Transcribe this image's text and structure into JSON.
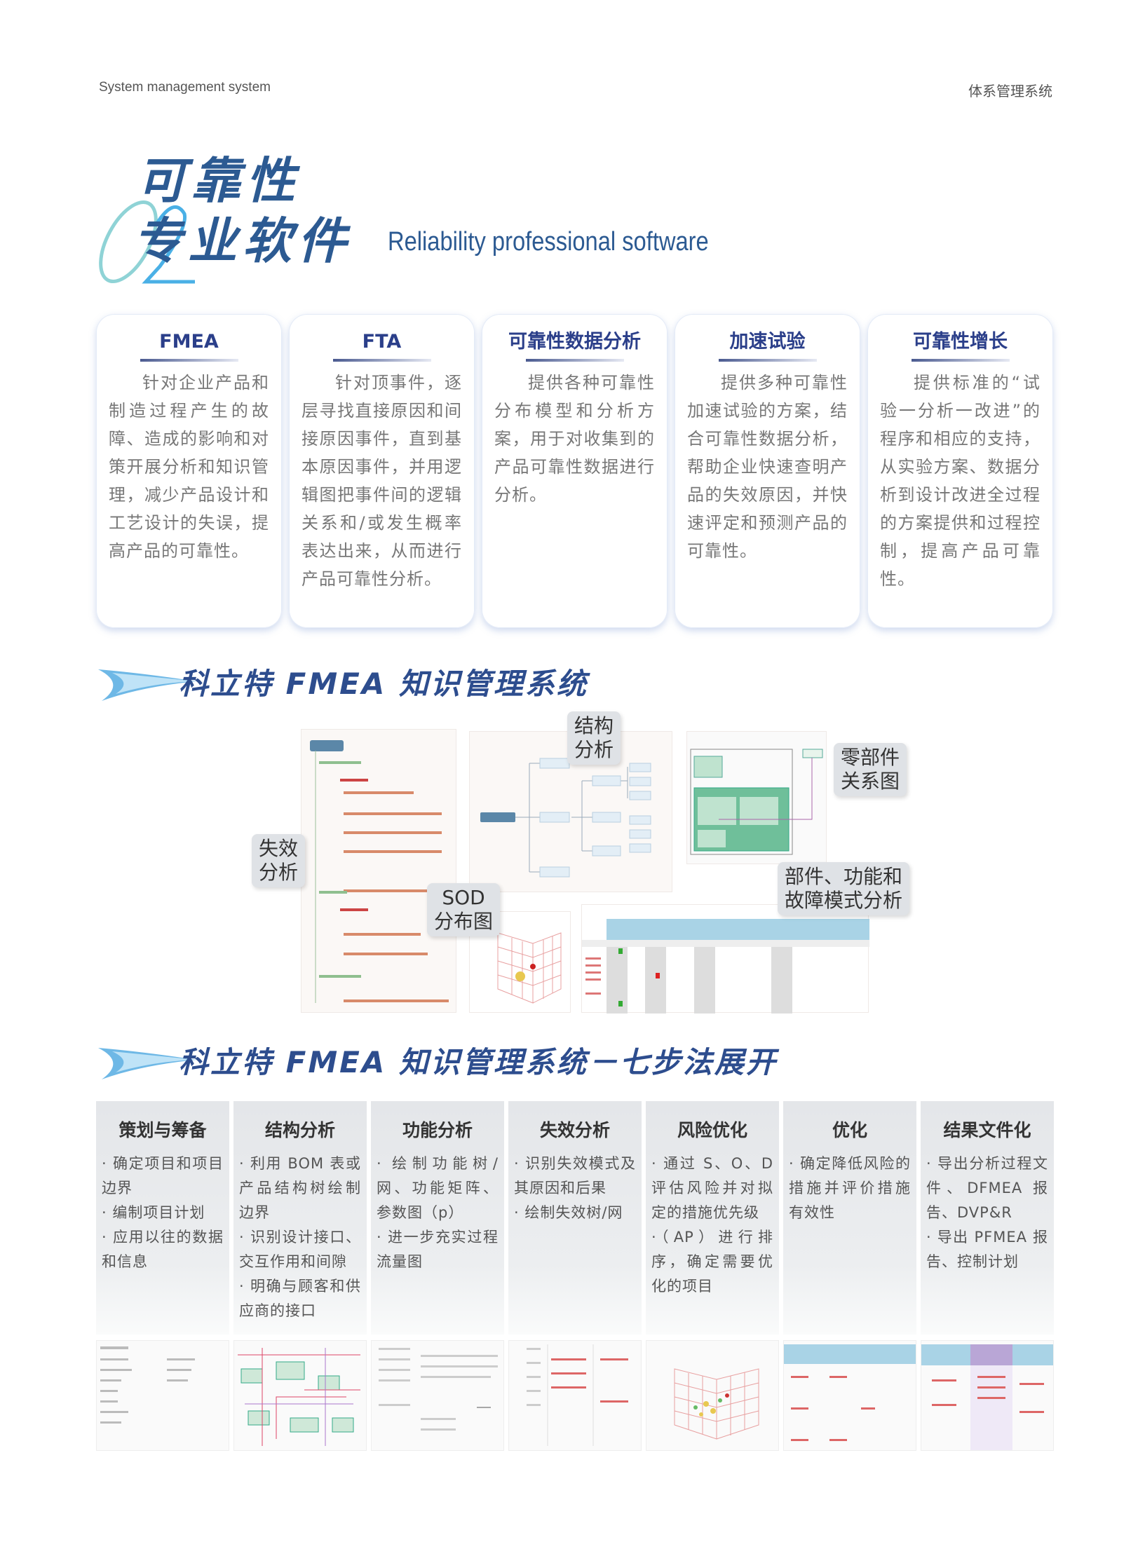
{
  "header": {
    "left": "System management system",
    "right": "体系管理系统"
  },
  "title": {
    "line1": "可靠性",
    "line2": "专业软件",
    "number": "02",
    "subtitle": "Reliability professional software"
  },
  "cards": [
    {
      "title": "FMEA",
      "text": "针对企业产品和制造过程产生的故障、造成的影响和对策开展分析和知识管理，减少产品设计和工艺设计的失误，提高产品的可靠性。"
    },
    {
      "title": "FTA",
      "text": "针对顶事件，逐层寻找直接原因和间接原因事件，直到基本原因事件，并用逻辑图把事件间的逻辑关系和/或发生概率表达出来，从而进行产品可靠性分析。"
    },
    {
      "title": "可靠性数据分析",
      "text": "提供各种可靠性分布模型和分析方案，用于对收集到的产品可靠性数据进行分析。"
    },
    {
      "title": "加速试验",
      "text": "提供多种可靠性加速试验的方案，结合可靠性数据分析，帮助企业快速查明产品的失效原因，并快速评定和预测产品的可靠性。"
    },
    {
      "title": "可靠性增长",
      "text": "提供标准的“试验一分析一改进”的程序和相应的支持，从实验方案、数据分析到设计改进全过程的方案提供和过程控制，提高产品可靠性。"
    }
  ],
  "section1": {
    "title": "科立特 FMEA 知识管理系统",
    "callouts": {
      "structure": "结构\n分析",
      "parts": "零部件\n关系图",
      "failure": "失效\n分析",
      "sod": "SOD\n分布图",
      "components": "部件、功能和\n故障模式分析"
    }
  },
  "section2": {
    "title": "科立特 FMEA 知识管理系统－七步法展开"
  },
  "steps": [
    {
      "title": "策划与筹备",
      "items": [
        "· 确定项目和项目边界",
        "· 编制项目计划",
        "· 应用以往的数据和信息"
      ]
    },
    {
      "title": "结构分析",
      "items": [
        "· 利用 BOM 表或产品结构树绘制边界",
        "· 识别设计接口、交互作用和间隙",
        "· 明确与顾客和供应商的接口"
      ]
    },
    {
      "title": "功能分析",
      "items": [
        "· 绘制功能树/网、功能矩阵、参数图（p）",
        "· 进一步充实过程流量图"
      ]
    },
    {
      "title": "失效分析",
      "items": [
        "· 识别失效模式及其原因和后果",
        "· 绘制失效树/网"
      ]
    },
    {
      "title": "风险优化",
      "items": [
        "· 通过 S、O、D 评估风险并对拟定的措施优先级",
        "·（AP）进行排序，确定需要优化的项目"
      ]
    },
    {
      "title": "优化",
      "items": [
        "· 确定降低风险的措施并评价措施有效性"
      ]
    },
    {
      "title": "结果文件化",
      "items": [
        "· 导出分析过程文件、DFMEA 报告、DVP&R",
        "· 导出 PFMEA 报告、控制计划"
      ]
    }
  ],
  "colors": {
    "brand": "#2c5a92",
    "heading": "#2d4d8e",
    "card_title": "#2b3f8a"
  }
}
